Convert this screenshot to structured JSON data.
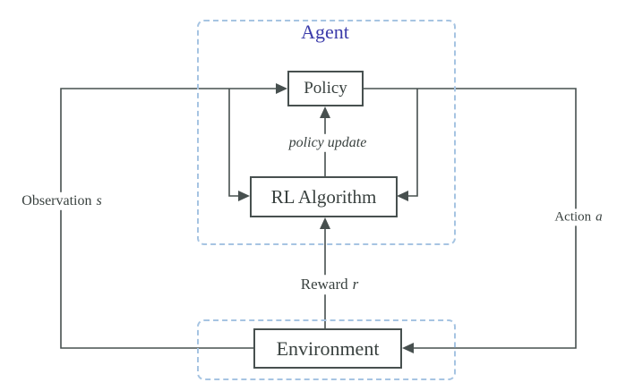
{
  "diagram": {
    "title": "Agent",
    "nodes": {
      "policy": "Policy",
      "rl_algorithm": "RL Algorithm",
      "environment": "Environment"
    },
    "edges": {
      "observation": {
        "text": "Observation",
        "var": "s"
      },
      "action": {
        "text": "Action",
        "var": "a"
      },
      "reward": {
        "text": "Reward",
        "var": "r"
      },
      "policy_update": "policy update"
    },
    "colors": {
      "line": "#47504f",
      "text": "#39413f",
      "dashed_border": "#a6c4e2",
      "agent_title": "#3b3baa"
    }
  }
}
